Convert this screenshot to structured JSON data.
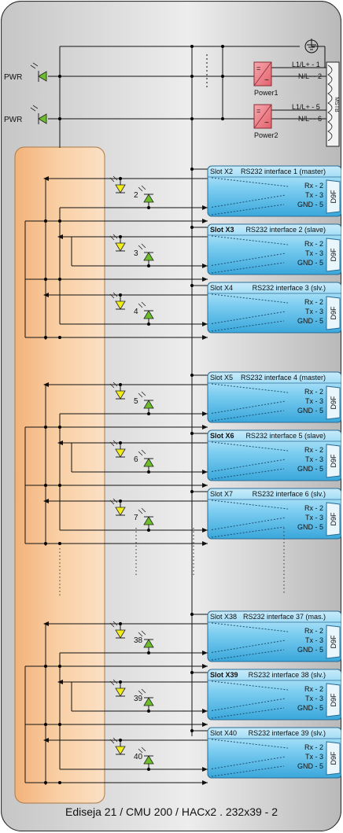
{
  "power": {
    "pwr_label": "PWR",
    "units": [
      {
        "name": "Power1",
        "line_label": "L1/L+ - 1",
        "neutral_label": "N/L- - 2"
      },
      {
        "name": "Power2",
        "line_label": "L1/L+ - 5",
        "neutral_label": "N/L- - 6"
      }
    ],
    "terminal_block": "MSTB"
  },
  "slots": [
    {
      "slot": "Slot X2",
      "iface": "RS232 interface 1 (master)",
      "led": "2",
      "slot_bold": false
    },
    {
      "slot": "Slot X3",
      "iface": "RS232 interface 2 (slave)",
      "led": "3",
      "slot_bold": true
    },
    {
      "slot": "Slot X4",
      "iface": "RS232 interface 3 (slv.)",
      "led": "4",
      "slot_bold": false
    },
    {
      "slot": "Slot X5",
      "iface": "RS232 interface 4 (master)",
      "led": "5",
      "slot_bold": false
    },
    {
      "slot": "Slot X6",
      "iface": "RS232 interface 5 (slave)",
      "led": "6",
      "slot_bold": true
    },
    {
      "slot": "Slot X7",
      "iface": "RS232 interface 6 (slv.)",
      "led": "7",
      "slot_bold": false
    },
    {
      "slot": "Slot X38",
      "iface": "RS232 interface 37 (mas.)",
      "led": "38",
      "slot_bold": false
    },
    {
      "slot": "Slot X39",
      "iface": "RS232 interface 38 (slv.)",
      "led": "39",
      "slot_bold": true
    },
    {
      "slot": "Slot X40",
      "iface": "RS232 interface 39 (slv.)",
      "led": "40",
      "slot_bold": false
    }
  ],
  "pins": {
    "rx": "Rx - 2",
    "tx": "Tx - 3",
    "gnd": "GND - 5"
  },
  "connector": "D9F",
  "caption": "Ediseja 21 / CMU 200 / HACx2 . 232x39 - 2",
  "colors": {
    "led_green": "#6cbf2a",
    "led_yellow": "#f2ec1a",
    "power_box": "#ef8a92",
    "module_blue": "#8fd0ef",
    "core_orange": "#f7c896"
  }
}
